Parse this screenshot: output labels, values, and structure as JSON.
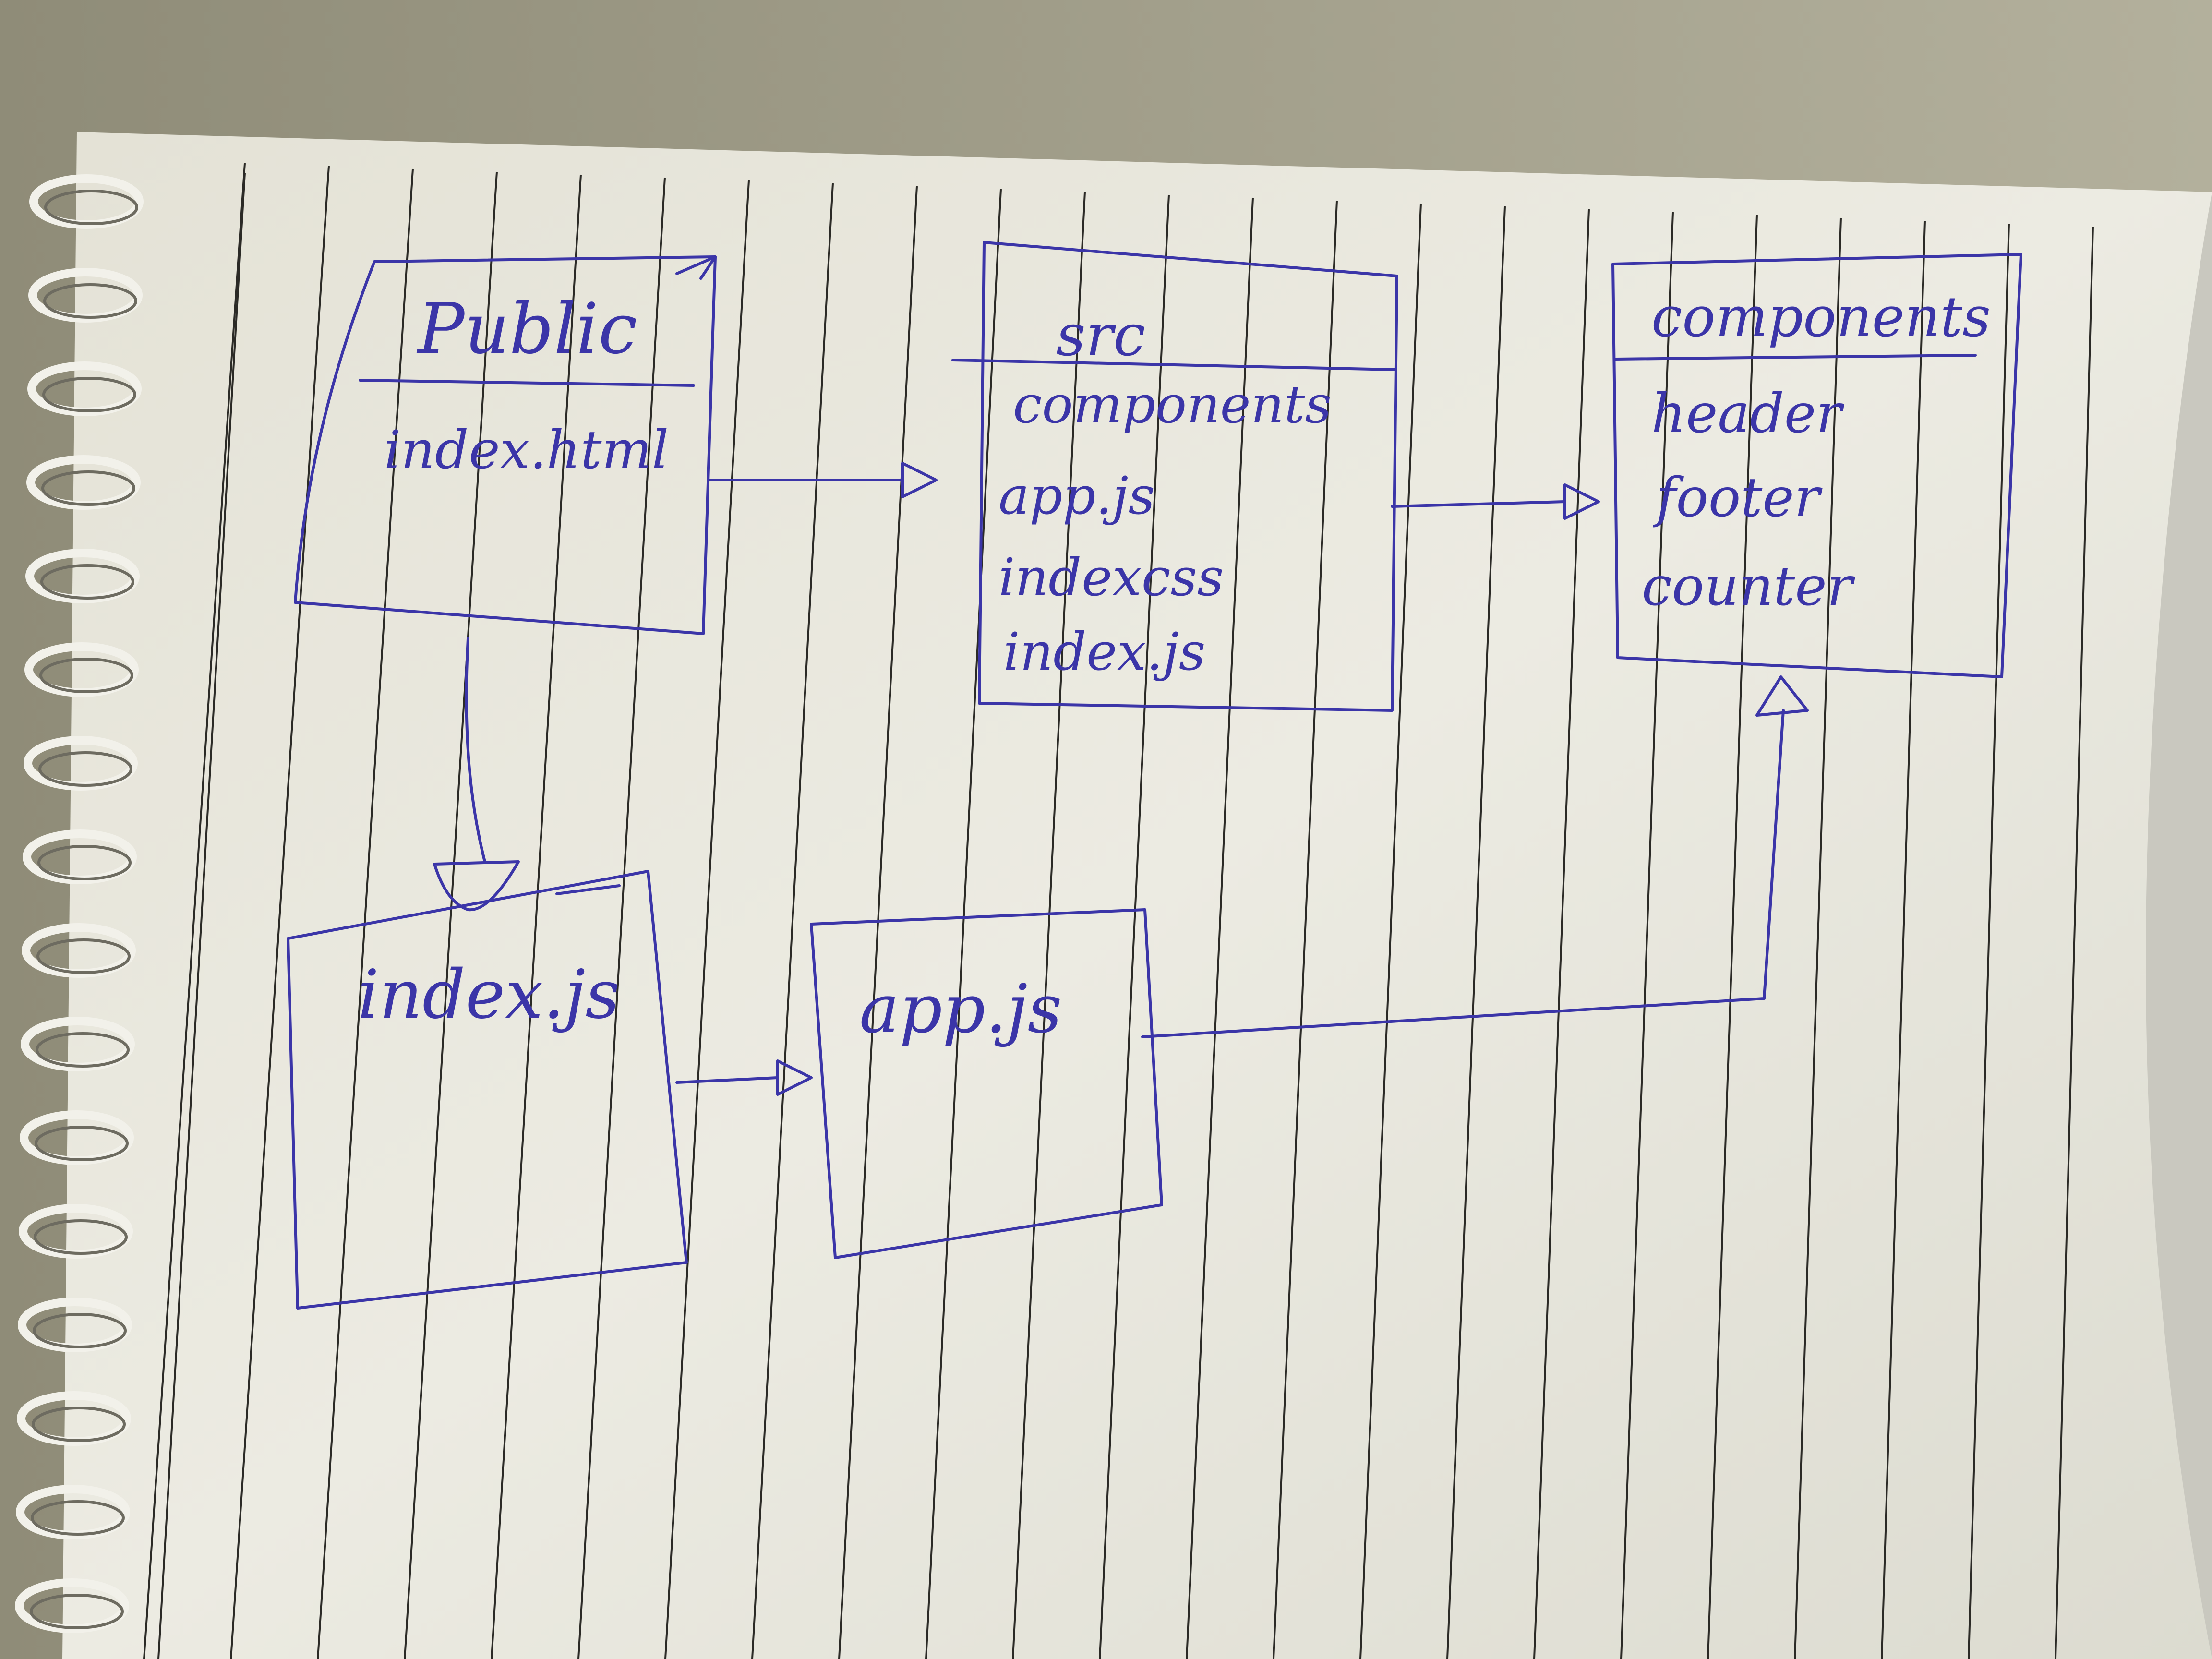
{
  "diagram": {
    "nodes": {
      "public": {
        "title": "Public",
        "items": [
          "index.html"
        ]
      },
      "src": {
        "title": "src",
        "items": [
          "components",
          "app.js",
          "indexcss",
          "index.js"
        ]
      },
      "components": {
        "title": "components",
        "items": [
          "header",
          "footer",
          "counter"
        ]
      },
      "index_js": {
        "label": "index.js"
      },
      "app_js": {
        "label": "app.js"
      }
    },
    "edges": [
      {
        "from": "public",
        "to": "src"
      },
      {
        "from": "src",
        "to": "components"
      },
      {
        "from": "public",
        "to": "index_js"
      },
      {
        "from": "index_js",
        "to": "app_js"
      },
      {
        "from": "app_js",
        "to": "components"
      }
    ]
  },
  "colors": {
    "ink": "#3b35a8",
    "paper": "#e9e7dc",
    "rule_line": "#2b2a26",
    "background": "#9e9a86"
  }
}
